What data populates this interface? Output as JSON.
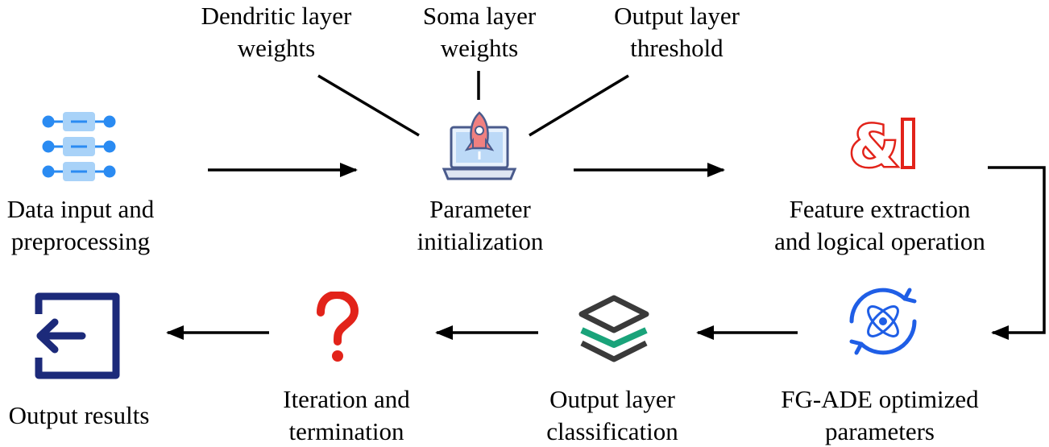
{
  "params": [
    {
      "line1": "Dendritic layer",
      "line2": "weights"
    },
    {
      "line1": "Soma layer",
      "line2": "weights"
    },
    {
      "line1": "Output layer",
      "line2": "threshold"
    }
  ],
  "steps": [
    {
      "line1": "Data input and",
      "line2": "preprocessing",
      "icon": "data-flow-icon"
    },
    {
      "line1": "Parameter",
      "line2": "initialization",
      "icon": "laptop-rocket-icon"
    },
    {
      "line1": "Feature extraction",
      "line2": "and logical operation",
      "icon": "ampersand-bar-icon"
    },
    {
      "line1": "FG-ADE optimized",
      "line2": "parameters",
      "icon": "atom-icon"
    },
    {
      "line1": "Output layer",
      "line2": "classification",
      "icon": "layers-icon"
    },
    {
      "line1": "Iteration and",
      "line2": "termination",
      "icon": "question-mark-icon"
    },
    {
      "line1": "Output results",
      "line2": "",
      "icon": "exit-door-icon"
    }
  ],
  "colors": {
    "blue": "#2a8bf2",
    "light_blue": "#a8d2f8",
    "red": "#e2231a",
    "navy": "#1c2a7a",
    "teal": "#1aa37a",
    "dark_gray": "#3a3a3a",
    "salmon": "#f08080"
  }
}
